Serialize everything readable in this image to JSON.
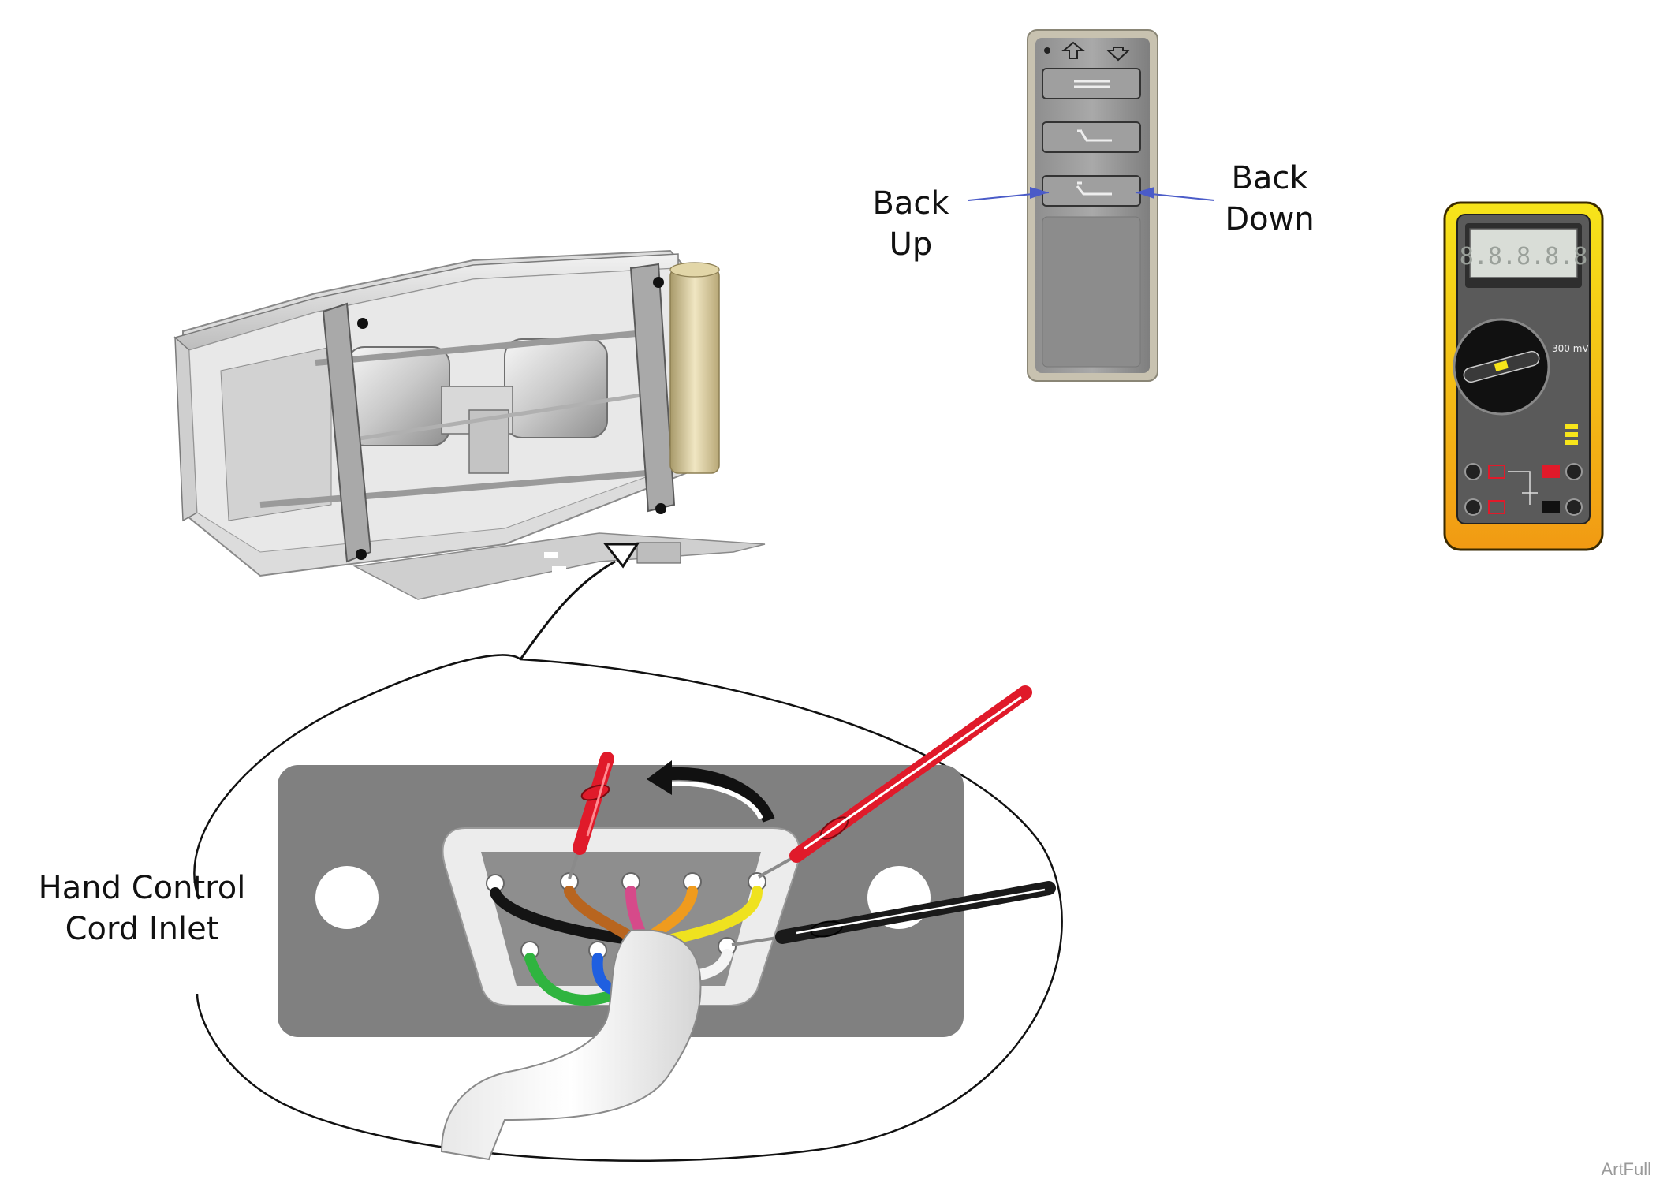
{
  "labels": {
    "back_up_line1": "Back",
    "back_up_line2": "Up",
    "back_down_line1": "Back",
    "back_down_line2": "Down",
    "hand_control_line1": "Hand Control",
    "hand_control_line2": "Cord Inlet"
  },
  "meter": {
    "display": "8.8.8.8.8",
    "range_label": "300 mV"
  },
  "watermark": "ArtFull",
  "colors": {
    "wire_black": "#141414",
    "wire_brown": "#b8651f",
    "wire_pink": "#d64a8a",
    "wire_orange": "#ef9b1e",
    "wire_yellow": "#efe21f",
    "wire_green": "#2fb43f",
    "wire_blue": "#1f5fe0",
    "probe_red": "#e01a2a",
    "probe_black": "#1a1a1a",
    "meter_body": "#f7e51a",
    "meter_face": "#5a5a5a",
    "connector_plate": "#808080",
    "pendant_arrow": "#4a5bc8"
  }
}
